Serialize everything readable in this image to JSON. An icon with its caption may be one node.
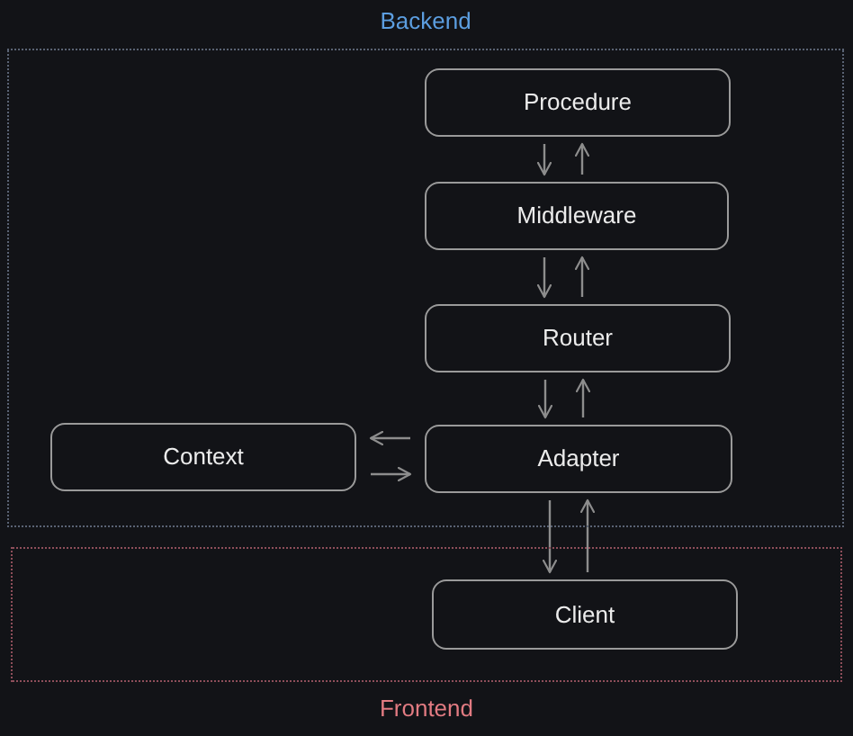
{
  "diagram": {
    "nodes": [
      {
        "text": [
          "Backend"
        ]
      },
      {
        "text": [
          "Procedure"
        ],
        "in": 0
      },
      {
        "text": [
          "Middleware"
        ],
        "in": 0
      },
      {
        "text": [
          "Router"
        ],
        "in": 0
      },
      {
        "text": [
          "Context"
        ],
        "in": 0
      },
      {
        "text": [
          "Adapter"
        ],
        "in": 0
      },
      {
        "text": [
          "Frontend"
        ]
      },
      {
        "text": [
          "Client"
        ],
        "in": 6
      }
    ],
    "edges": [
      {
        "from": 1,
        "to": 2,
        "arrow": "to"
      },
      {
        "from": 2,
        "to": 1,
        "arrow": "to"
      },
      {
        "from": 2,
        "to": 3,
        "arrow": "to"
      },
      {
        "from": 3,
        "to": 2,
        "arrow": "to"
      },
      {
        "from": 3,
        "to": 5,
        "arrow": "to"
      },
      {
        "from": 5,
        "to": 3,
        "arrow": "to"
      },
      {
        "from": 5,
        "to": 4,
        "arrow": "to"
      },
      {
        "from": 4,
        "to": 5,
        "arrow": "to"
      },
      {
        "from": 5,
        "to": 7,
        "arrow": "to"
      },
      {
        "from": 7,
        "to": 5,
        "arrow": "to"
      }
    ]
  }
}
